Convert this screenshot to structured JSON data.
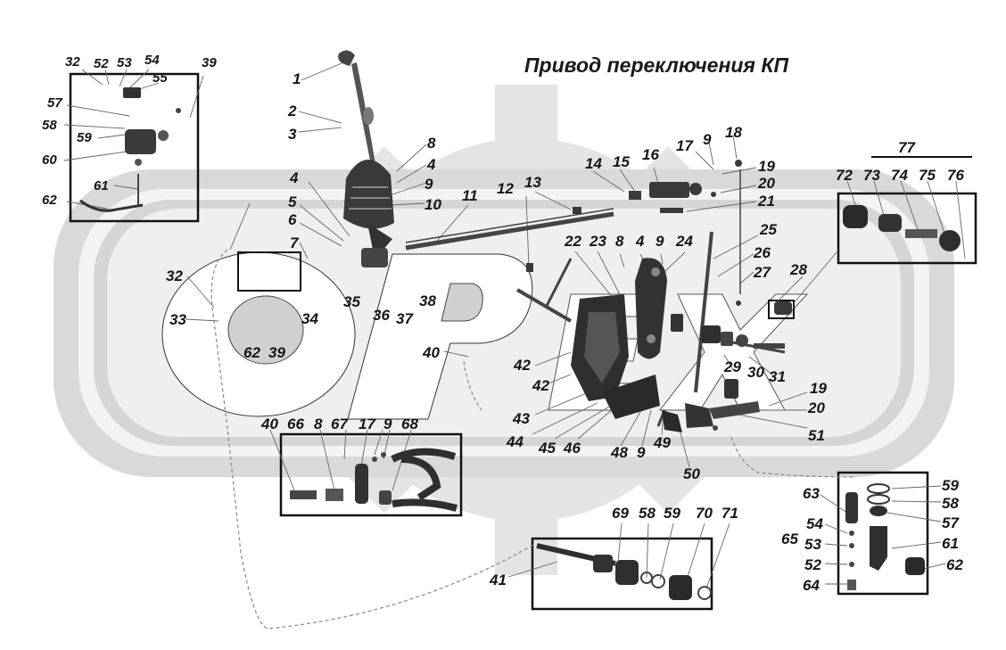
{
  "title": "Привод переключения КП",
  "labels": {
    "n1": "1",
    "n2": "2",
    "n3": "3",
    "n4a": "4",
    "n4b": "4",
    "n4c": "4",
    "n5": "5",
    "n6": "6",
    "n7": "7",
    "n8a": "8",
    "n8b": "8",
    "n8c": "8",
    "n9a": "9",
    "n9b": "9",
    "n9c": "9",
    "n9d": "9",
    "n9e": "9",
    "n10": "10",
    "n11": "11",
    "n12": "12",
    "n13": "13",
    "n14": "14",
    "n15": "15",
    "n16": "16",
    "n17a": "17",
    "n17b": "17",
    "n18": "18",
    "n19a": "19",
    "n19b": "19",
    "n20a": "20",
    "n20b": "20",
    "n21": "21",
    "n22": "22",
    "n23": "23",
    "n24": "24",
    "n25": "25",
    "n26": "26",
    "n27": "27",
    "n28": "28",
    "n29": "29",
    "n30": "30",
    "n31": "31",
    "n32a": "32",
    "n32b": "32",
    "n33": "33",
    "n34": "34",
    "n35": "35",
    "n36": "36",
    "n37": "37",
    "n38": "38",
    "n39a": "39",
    "n39b": "39",
    "n40a": "40",
    "n40b": "40",
    "n41": "41",
    "n42a": "42",
    "n42b": "42",
    "n43": "43",
    "n44": "44",
    "n45": "45",
    "n46": "46",
    "n48": "48",
    "n49": "49",
    "n50": "50",
    "n51": "51",
    "n52a": "52",
    "n52b": "52",
    "n53a": "53",
    "n53b": "53",
    "n54a": "54",
    "n54b": "54",
    "n55": "55",
    "n57a": "57",
    "n57b": "57",
    "n58a": "58",
    "n58b": "58",
    "n58c": "58",
    "n59a": "59",
    "n59b": "59",
    "n59c": "59",
    "n60": "60",
    "n61a": "61",
    "n61b": "61",
    "n62a": "62",
    "n62b": "62",
    "n62c": "62",
    "n63": "63",
    "n64": "64",
    "n65": "65",
    "n66": "66",
    "n67": "67",
    "n68": "68",
    "n69": "69",
    "n70": "70",
    "n71": "71",
    "n72": "72",
    "n73": "73",
    "n74": "74",
    "n75": "75",
    "n76": "76",
    "n77": "77"
  }
}
